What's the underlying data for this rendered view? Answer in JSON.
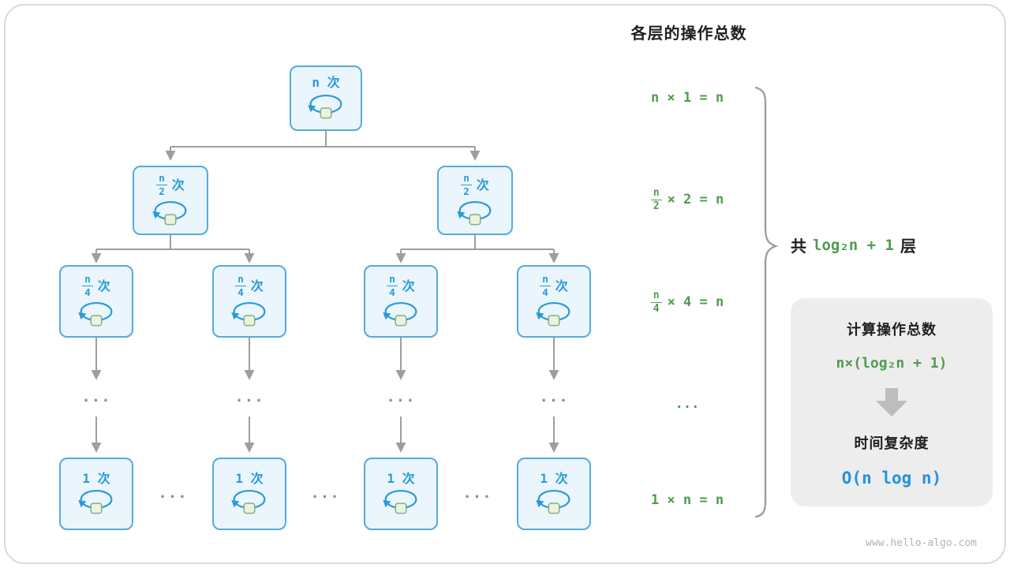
{
  "title": "各层的操作总数",
  "watermark": "www.hello-algo.com",
  "colors": {
    "node_border": "#53abe1",
    "node_fill": "#eaf5fc",
    "node_text": "#2b9ad7",
    "connector_gray": "#9e9e9e",
    "green": "#4f9c4f",
    "result_blue": "#2492e0",
    "summary_bg": "#ededed"
  },
  "tree": {
    "root_label": "n 次",
    "half_num": "n",
    "half_den": "2",
    "half_suffix": "次",
    "quarter_num": "n",
    "quarter_den": "4",
    "quarter_suffix": "次",
    "leaf_label": "1 次",
    "ellipsis": "..."
  },
  "sums": [
    {
      "text": "n × 1 = n"
    },
    {
      "num": "n",
      "den": "2",
      "rest": "× 2 = n"
    },
    {
      "num": "n",
      "den": "4",
      "rest": "× 4 = n"
    },
    {
      "text": "..."
    },
    {
      "text": "1 × n = n"
    }
  ],
  "brace_label": {
    "prefix": "共",
    "formula": "log₂n + 1",
    "suffix": "层"
  },
  "summary": {
    "heading1": "计算操作总数",
    "formula": "n×(log₂n + 1)",
    "heading2": "时间复杂度",
    "result": "O(n log n)"
  }
}
